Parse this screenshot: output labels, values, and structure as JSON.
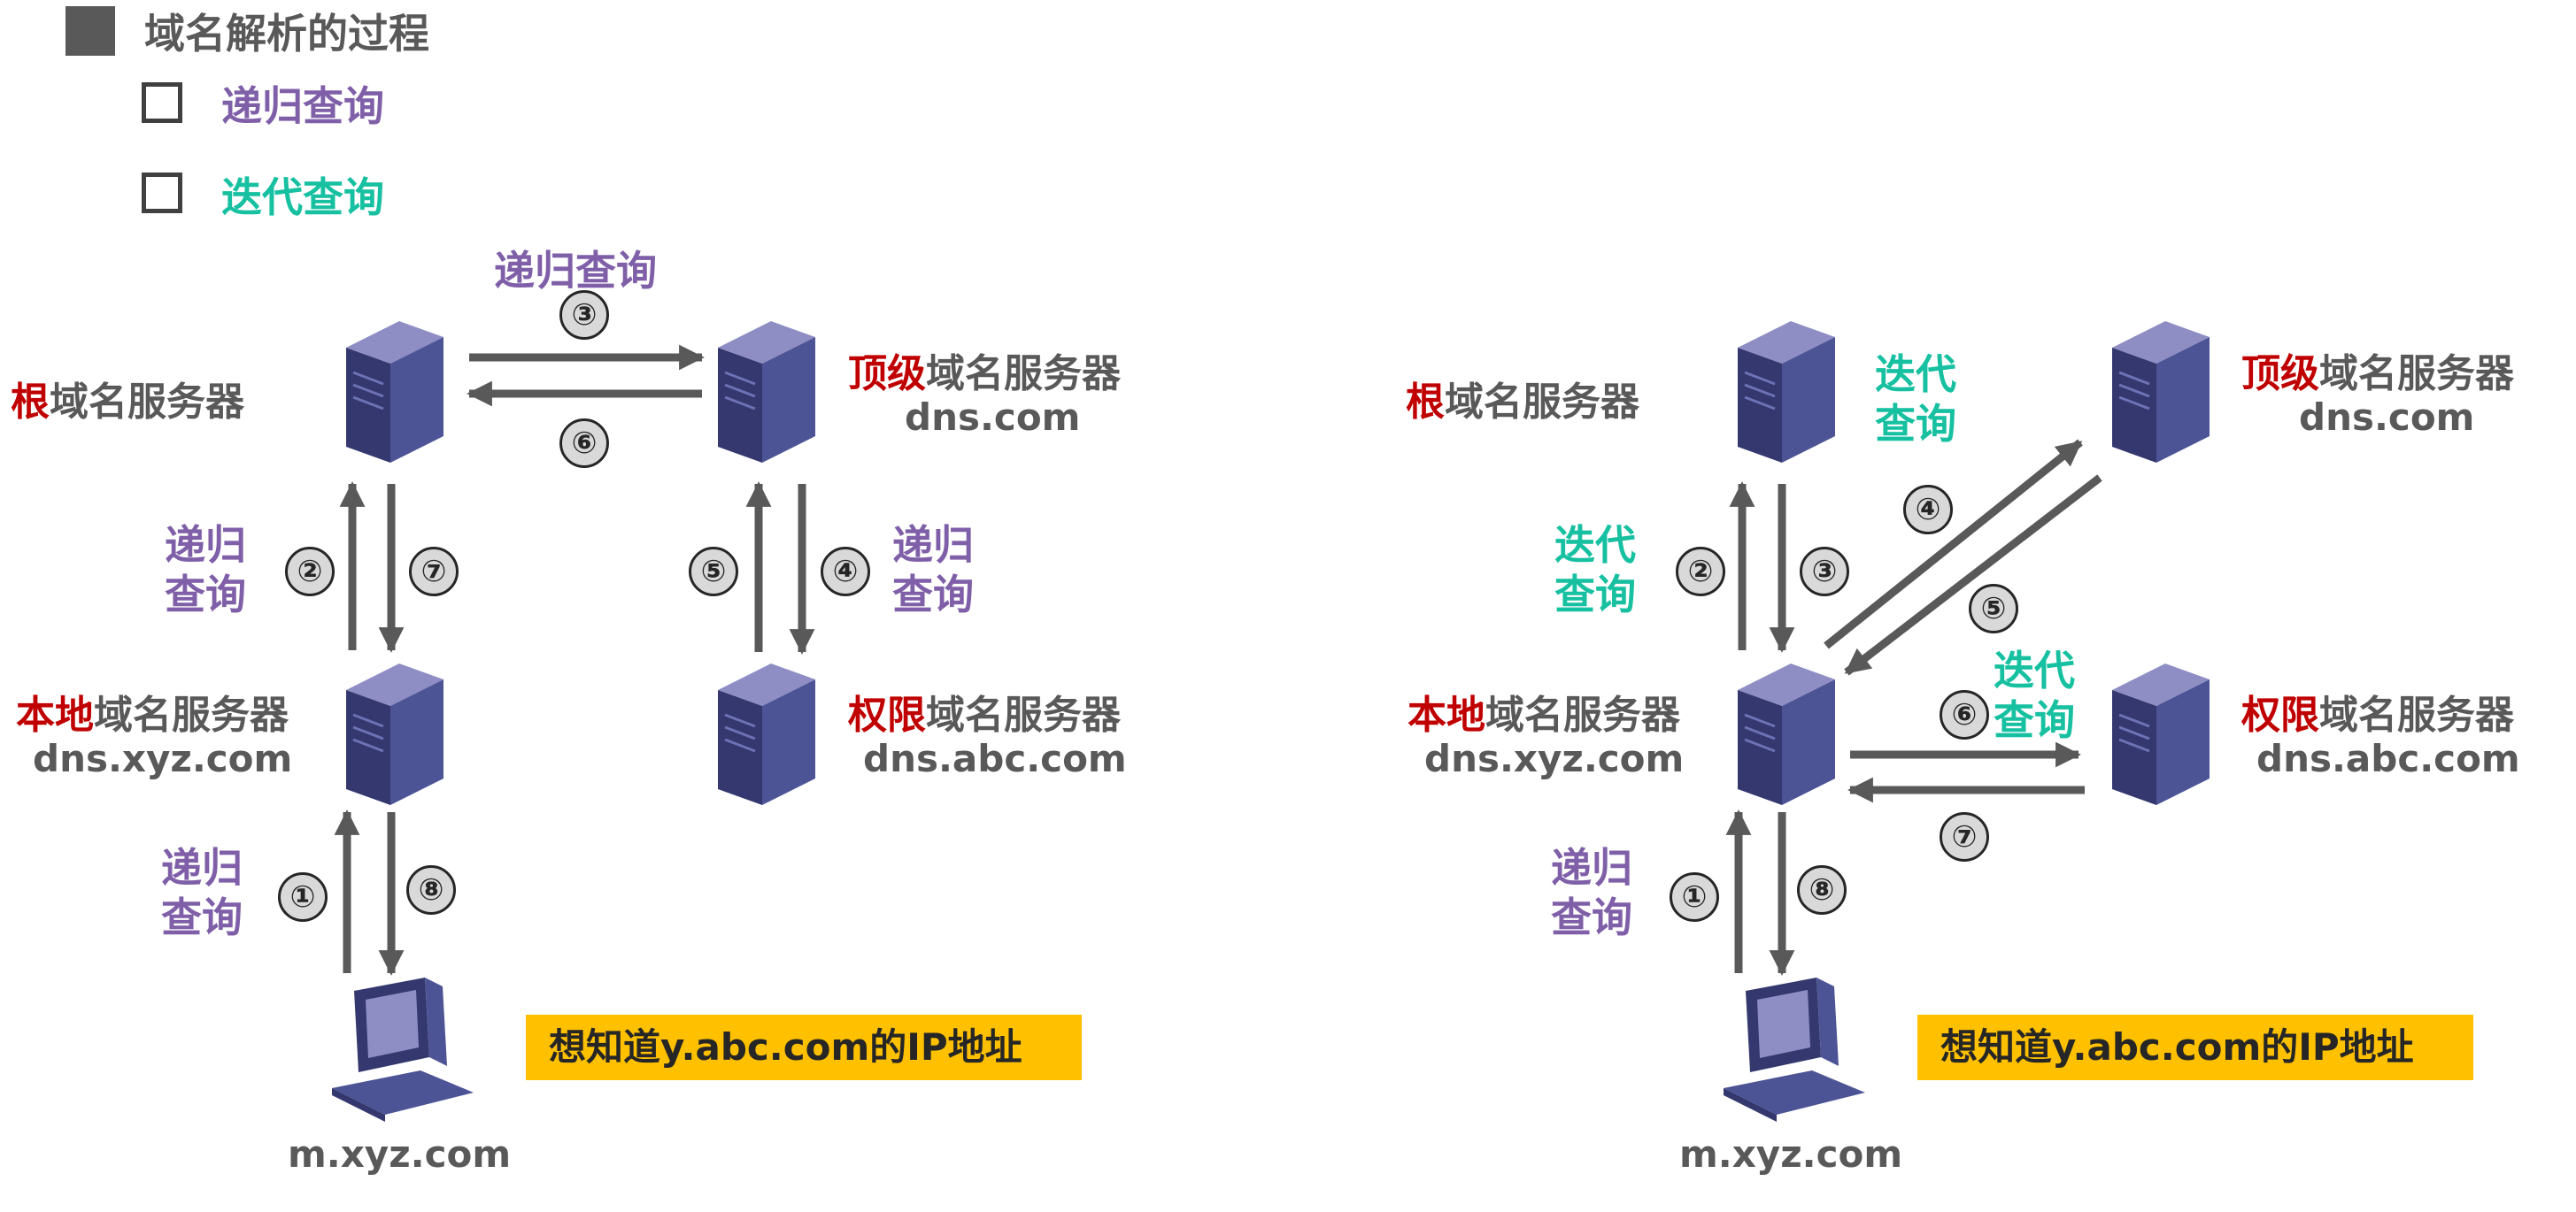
{
  "header": {
    "title": "域名解析的过程"
  },
  "options": {
    "recursive": "递归查询",
    "iterative": "迭代查询"
  },
  "labels": {
    "root_prefix": "根",
    "top_prefix": "顶级",
    "local_prefix": "本地",
    "auth_prefix": "权限",
    "server_suffix": "域名服务器",
    "dns_com": "dns.com",
    "dns_xyz": "dns.xyz.com",
    "dns_abc": "dns.abc.com",
    "host": "m.xyz.com",
    "di_gui": "递归",
    "die_dai": "迭代",
    "cha_xun": "查询",
    "goal": "想知道y.abc.com的IP地址"
  },
  "steps": [
    "①",
    "②",
    "③",
    "④",
    "⑤",
    "⑥",
    "⑦",
    "⑧"
  ],
  "colors": {
    "recursive": "#7f5fa8",
    "iterative": "#16c0a0",
    "emphasis": "#c00000",
    "arrow": "#595959",
    "highlight": "#ffc000"
  }
}
